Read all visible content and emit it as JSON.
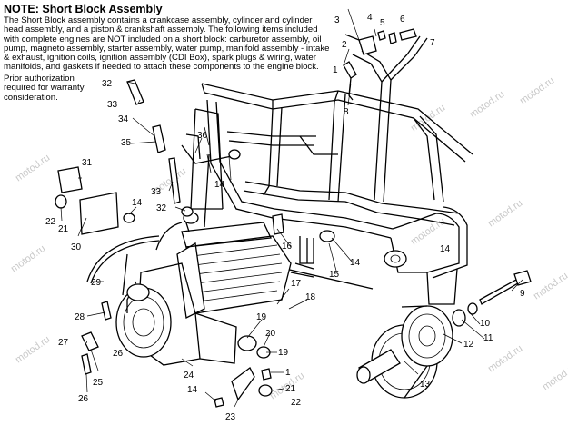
{
  "note": {
    "title": "NOTE:  Short Block Assembly",
    "body": "The Short Block assembly contains a crankcase assembly, cylinder and cylinder head assembly, and a piston & crankshaft assembly.  The following items included with complete engines are NOT included on a short block:  carburetor assembly, oil pump, magneto assembly, starter assembly, water pump, manifold assembly - intake & exhaust, ignition coils, ignition assembly (CDI Box), spark plugs & wiring, water manifolds, and gaskets if needed to attach these components to the engine block.",
    "authorization": "Prior authorization required for warranty consideration."
  },
  "watermark": "motod.ru",
  "callouts": [
    {
      "id": "c1a",
      "label": "1"
    },
    {
      "id": "c2",
      "label": "2"
    },
    {
      "id": "c3",
      "label": "3"
    },
    {
      "id": "c4",
      "label": "4"
    },
    {
      "id": "c5",
      "label": "5"
    },
    {
      "id": "c6",
      "label": "6"
    },
    {
      "id": "c7",
      "label": "7"
    },
    {
      "id": "c8",
      "label": "8"
    },
    {
      "id": "c9",
      "label": "9"
    },
    {
      "id": "c10",
      "label": "10"
    },
    {
      "id": "c11",
      "label": "11"
    },
    {
      "id": "c12",
      "label": "12"
    },
    {
      "id": "c13",
      "label": "13"
    },
    {
      "id": "c14a",
      "label": "14"
    },
    {
      "id": "c14b",
      "label": "14"
    },
    {
      "id": "c14c",
      "label": "14"
    },
    {
      "id": "c14d",
      "label": "14"
    },
    {
      "id": "c15",
      "label": "15"
    },
    {
      "id": "c16",
      "label": "16"
    },
    {
      "id": "c17",
      "label": "17"
    },
    {
      "id": "c18",
      "label": "18"
    },
    {
      "id": "c19a",
      "label": "19"
    },
    {
      "id": "c19b",
      "label": "19"
    },
    {
      "id": "c20",
      "label": "20"
    },
    {
      "id": "c1b",
      "label": "1"
    },
    {
      "id": "c21a",
      "label": "21"
    },
    {
      "id": "c21b",
      "label": "21"
    },
    {
      "id": "c22a",
      "label": "22"
    },
    {
      "id": "c22b",
      "label": "22"
    },
    {
      "id": "c23",
      "label": "23"
    },
    {
      "id": "c24",
      "label": "24"
    },
    {
      "id": "c25",
      "label": "25"
    },
    {
      "id": "c26a",
      "label": "26"
    },
    {
      "id": "c26b",
      "label": "26"
    },
    {
      "id": "c27",
      "label": "27"
    },
    {
      "id": "c28",
      "label": "28"
    },
    {
      "id": "c29",
      "label": "29"
    },
    {
      "id": "c30",
      "label": "30"
    },
    {
      "id": "c31",
      "label": "31"
    },
    {
      "id": "c32a",
      "label": "32"
    },
    {
      "id": "c32b",
      "label": "32"
    },
    {
      "id": "c33a",
      "label": "33"
    },
    {
      "id": "c33b",
      "label": "33"
    },
    {
      "id": "c34",
      "label": "34"
    },
    {
      "id": "c35",
      "label": "35"
    },
    {
      "id": "c36",
      "label": "36"
    }
  ]
}
